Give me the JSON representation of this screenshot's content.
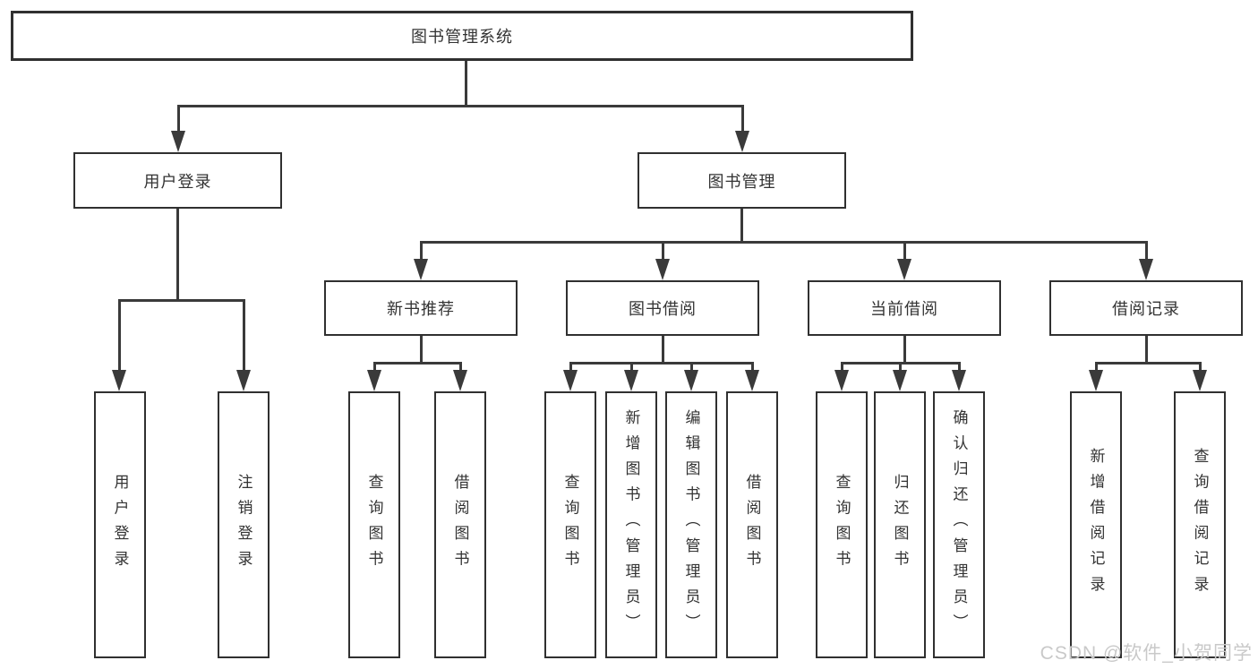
{
  "diagram": {
    "root": {
      "label": "图书管理系统"
    },
    "level2": [
      {
        "label": "用户登录"
      },
      {
        "label": "图书管理"
      }
    ],
    "level3": [
      {
        "label": "新书推荐"
      },
      {
        "label": "图书借阅"
      },
      {
        "label": "当前借阅"
      },
      {
        "label": "借阅记录"
      }
    ],
    "leaves": {
      "user_login": [
        {
          "label": "用户登录"
        },
        {
          "label": "注销登录"
        }
      ],
      "new_books": [
        {
          "label": "查询图书"
        },
        {
          "label": "借阅图书"
        }
      ],
      "book_borrow": [
        {
          "label": "查询图书"
        },
        {
          "label": "新增图书（管理员）"
        },
        {
          "label": "编辑图书（管理员）"
        },
        {
          "label": "借阅图书"
        }
      ],
      "current_borrow": [
        {
          "label": "查询图书"
        },
        {
          "label": "归还图书"
        },
        {
          "label": "确认归还（管理员）"
        }
      ],
      "borrow_records": [
        {
          "label": "新增借阅记录"
        },
        {
          "label": "查询借阅记录"
        }
      ]
    }
  },
  "watermark": {
    "text": "CSDN @软件_小贺同学"
  },
  "colors": {
    "background": "#ffffff",
    "box_border": "#303030",
    "connector_line": "#3a3a3a",
    "text": "#333333",
    "watermark_text": "#c9c9c9"
  }
}
